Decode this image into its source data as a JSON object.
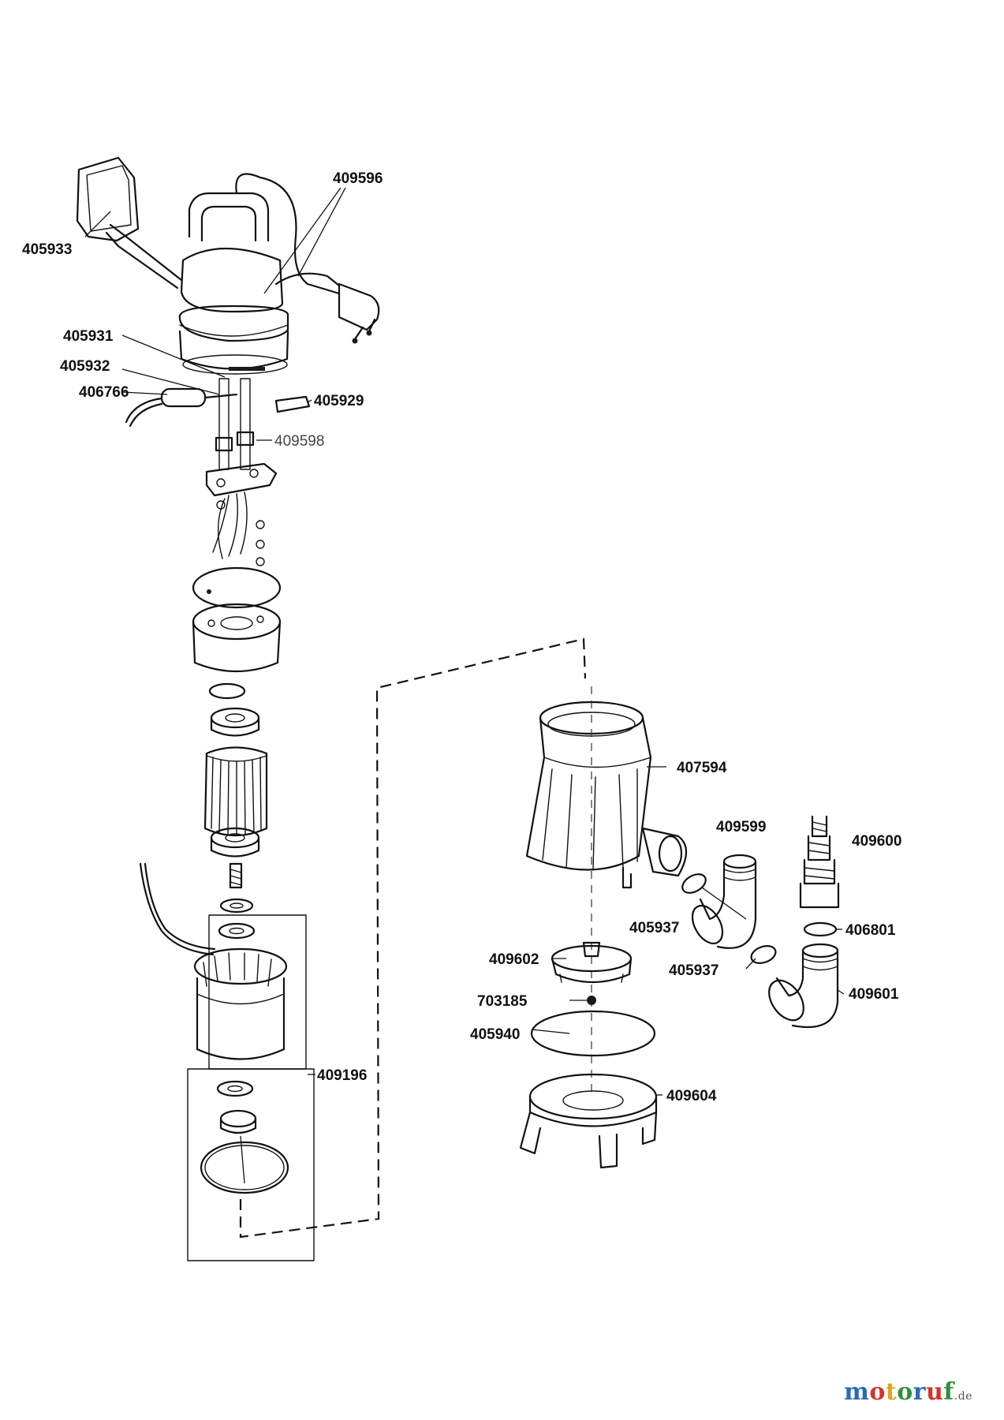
{
  "parts": {
    "p405933": "405933",
    "p409596": "409596",
    "p405931": "405931",
    "p405932": "405932",
    "p406766": "406766",
    "p405929": "405929",
    "p409598": "409598",
    "p407594": "407594",
    "p409599": "409599",
    "p409600": "409600",
    "p405937a": "405937",
    "p406801": "406801",
    "p409602": "409602",
    "p405937b": "405937",
    "p409601": "409601",
    "p703185": "703185",
    "p405940": "405940",
    "p409196": "409196",
    "p409604": "409604"
  },
  "watermark": {
    "text": "motoruf",
    "tld": ".de",
    "colors": [
      "#2a6bb5",
      "#d6332a",
      "#e3a21a",
      "#2f8f3b",
      "#2a6bb5",
      "#d6332a",
      "#2f8f3b"
    ]
  }
}
